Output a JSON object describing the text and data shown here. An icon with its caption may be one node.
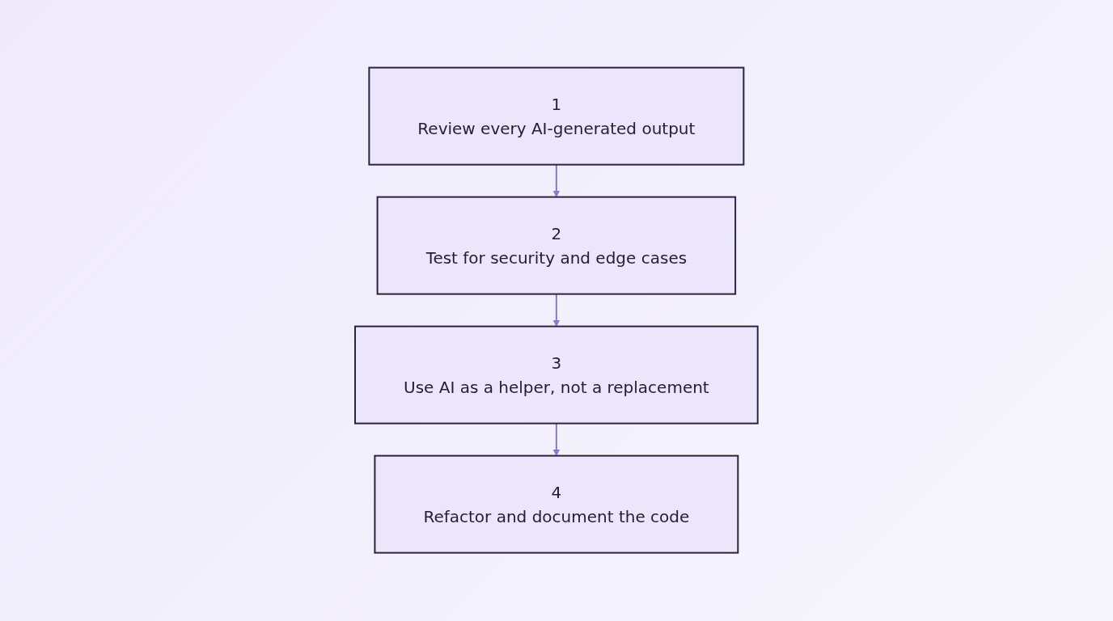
{
  "diagram": {
    "nodes": [
      {
        "text": [
          "1",
          "Review every AI-generated output"
        ]
      },
      {
        "text": [
          "2",
          "Test for security and edge cases"
        ]
      },
      {
        "text": [
          "3",
          "Use AI as a helper, not a replacement"
        ]
      },
      {
        "text": [
          "4",
          "Refactor and document the code"
        ]
      }
    ],
    "edges": [
      {
        "from": 0,
        "to": 1,
        "arrow": "to"
      },
      {
        "from": 1,
        "to": 2,
        "arrow": "to"
      },
      {
        "from": 2,
        "to": 3,
        "arrow": "to"
      }
    ]
  }
}
